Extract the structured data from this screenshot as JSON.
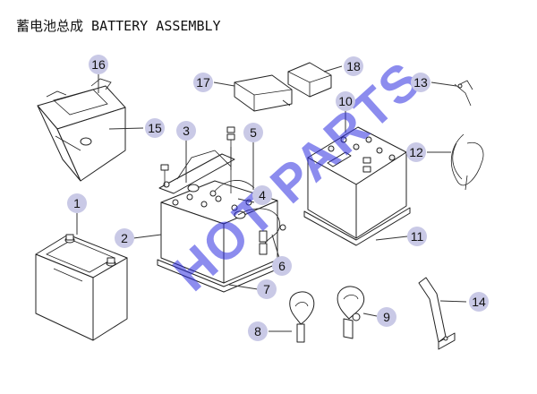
{
  "title": {
    "chinese": "蓄电池总成",
    "english": "BATTERY ASSEMBLY"
  },
  "watermark": "HOT PARTS",
  "callouts": [
    "1",
    "2",
    "3",
    "4",
    "5",
    "6",
    "7",
    "8",
    "9",
    "10",
    "11",
    "12",
    "13",
    "14",
    "15",
    "16",
    "17",
    "18"
  ],
  "colors": {
    "callout_fill": "#c9c9e6",
    "watermark": "#2e2ee0",
    "line": "#222222"
  }
}
